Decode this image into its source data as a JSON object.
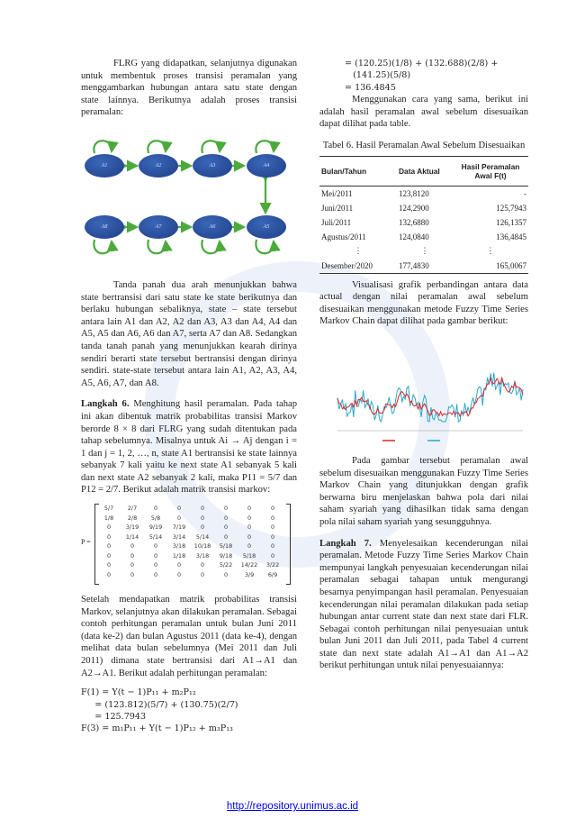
{
  "left": {
    "p1": "FLRG yang didapatkan, selanjutnya digunakan untuk membentuk proses transisi peramalan yang menggambarkan hubungan antara satu state dengan state lainnya. Berikutnya adalah proses transisi peramalan:",
    "diagram_nodes": [
      "A1",
      "A2",
      "A3",
      "A4",
      "A5",
      "A6",
      "A7",
      "A8"
    ],
    "p2": "Tanda panah dua arah menunjukkan bahwa state bertransisi dari satu state ke state berikutnya dan berlaku hubungan sebaliknya, state – state tersebut antara lain A1 dan A2, A2 dan A3, A3 dan A4, A4 dan A5, A5 dan A6, A6 dan A7, serta A7 dan A8. Sedangkan tanda tanah panah yang menunjukkan kearah dirinya sendiri berarti state tersebut bertransisi dengan dirinya sendiri. state-state tersebut antara lain A1, A2, A3, A4, A5, A6, A7, dan A8.",
    "step6_title": "Langkah 6.",
    "step6_text": "Menghitung hasil peramalan. Pada tahap ini akan dibentuk matrik probabilitas transisi Markov berorde 8 × 8 dari FLRG yang sudah ditentukan pada tahap sebelumnya. Misalnya untuk Ai → Aj dengan i = 1 dan j = 1, 2, …, n, state A1 bertransisi ke state lainnya sebanyak 7 kali yaitu ke next state A1 sebanyak 5 kali dan next state A2 sebanyak 2 kali, maka P11 = 5/7 dan P12 = 2/7. Berikut adalah matrik transisi markov:",
    "matrix_label": "P =",
    "matrix": [
      [
        "5/7",
        "2/7",
        "0",
        "0",
        "0",
        "0",
        "0",
        "0"
      ],
      [
        "1/8",
        "2/8",
        "5/8",
        "0",
        "0",
        "0",
        "0",
        "0"
      ],
      [
        "0",
        "3/19",
        "9/19",
        "7/19",
        "0",
        "0",
        "0",
        "0"
      ],
      [
        "0",
        "1/14",
        "5/14",
        "3/14",
        "5/14",
        "0",
        "0",
        "0"
      ],
      [
        "0",
        "0",
        "0",
        "3/18",
        "10/18",
        "5/18",
        "0",
        "0"
      ],
      [
        "0",
        "0",
        "0",
        "1/18",
        "3/18",
        "9/18",
        "5/18",
        "0"
      ],
      [
        "0",
        "0",
        "0",
        "0",
        "0",
        "5/22",
        "14/22",
        "3/22"
      ],
      [
        "0",
        "0",
        "0",
        "0",
        "0",
        "0",
        "3/9",
        "6/9"
      ]
    ],
    "p3": "Setelah mendapatkan matrik probabilitas transisi Markov, selanjutnya akan dilakukan peramalan. Sebagai contoh perhitungan peramalan untuk bulan Juni 2011 (data ke-2) dan bulan Agustus 2011 (data ke-4), dengan melihat data bulan sebelumnya (Mei 2011 dan Juli 2011) dimana state bertransisi dari A1→A1 dan A2→A1. Berikut adalah perhitungan peramalan:",
    "eq1": "F(1) = Y(t − 1)P₁₁ + m₂P₁₂",
    "eq2": "     = (123.812)(5/7) + (130.75)(2/7)",
    "eq3": "     = 125.7943",
    "eq4": "F(3) = m₁P₁₁ + Y(t − 1)P₁₂ + m₃P₁₃"
  },
  "right": {
    "eq5": "= (120.25)(1/8) + (132.688)(2/8) +",
    "eq6": "   (141.25)(5/8)",
    "eq7": "= 136.4845",
    "p4": "Menggunakan cara yang sama, berikut ini adalah hasil peramalan awal sebelum disesuaikan dapat dilihat pada table.",
    "table_title": "Tabel 6. Hasil Peramalan Awal Sebelum Disesuaikan",
    "table_headers": [
      "Bulan/Tahun",
      "Data Aktual",
      "Hasil Peramalan Awal F(t)"
    ],
    "table_rows": [
      [
        "Mei/2011",
        "123,8120",
        "-"
      ],
      [
        "Juni/2011",
        "124,2900",
        "125,7943"
      ],
      [
        "Juli/2011",
        "132,6880",
        "126,1357"
      ],
      [
        "Agustus/2011",
        "124,0840",
        "136,4845"
      ],
      [
        "⋮",
        "⋮",
        "⋮"
      ],
      [
        "Desember/2020",
        "177,4830",
        "165,0067"
      ]
    ],
    "p5": "Visualisasi grafik perbandingan antara data actual dengan nilai peramalan awal sebelum disesuaikan menggunakan metode Fuzzy Time Series Markov Chain dapat dilihat pada gambar berikut:",
    "p6": "Pada gambar tersebut peramalan awal sebelum disesuaikan menggunakan Fuzzy Time Series Markov Chain yang ditunjukkan dengan grafik berwarna biru menjelaskan bahwa pola dari nilai saham syariah yang dihasilkan tidak sama dengan pola nilai saham syariah yang sesungguhnya.",
    "step7_title": "Langkah 7.",
    "step7_text": "Menyelesaikan kecenderungan nilai peramalan. Metode Fuzzy Time Series Markov Chain mempunyai langkah penyesuaian kecenderungan nilai peramalan sebagai tahapan untuk mengurangi besarnya penyimpangan hasil peramalan. Penyesuaian kecenderungan nilai peramalan dilakukan pada setiap hubungan antar current state dan next state dari FLR. Sebagai contoh perhitungan nilai penyesuaian untuk bulan Juni 2011 dan Juli 2011, pada Tabel 4 current state dan next state adalah A1→A1 dan A1→A2 berikut perhitungan untuk nilai penyesuaiannya:"
  },
  "footer": {
    "link": "http://repository.unimus.ac.id"
  },
  "colors": {
    "actual": "#d9262b",
    "forecast": "#2aa8c9",
    "node": "#2a4f9f",
    "arrow": "#4caa3c"
  }
}
